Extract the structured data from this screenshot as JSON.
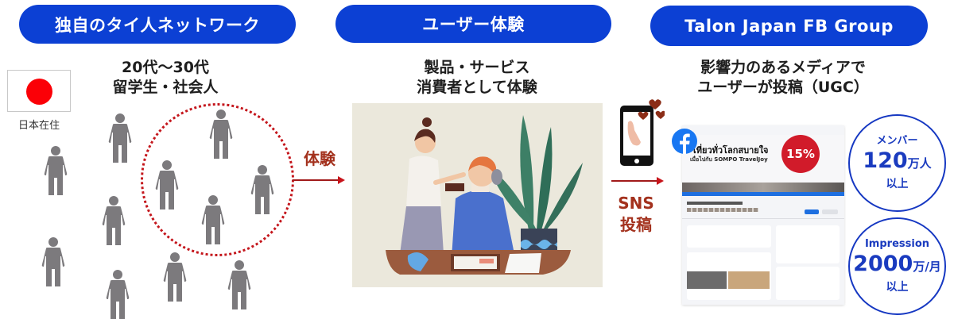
{
  "headers": [
    {
      "label": "独自のタイ人ネットワーク"
    },
    {
      "label": "ユーザー体験"
    },
    {
      "label": "Talon Japan FB Group"
    }
  ],
  "network": {
    "age_line1": "20代〜30代",
    "age_line2": "留学生・社会人",
    "flag_label": "日本在住",
    "flag_icon": "japan-flag-icon",
    "person_icon": "person-icon",
    "people_count": 11,
    "circled_people_count": 4
  },
  "arrows": {
    "experience_label": "体験",
    "sns_label_line1": "SNS",
    "sns_label_line2": "投稿"
  },
  "experience": {
    "line1": "製品・サービス",
    "line2": "消費者として体験",
    "illustration": "makeup-salon-illustration"
  },
  "fb_group": {
    "line1": "影響力のあるメディアで",
    "line2": "ユーザーが投稿（UGC）",
    "logo_icon": "facebook-logo-icon",
    "banner_text_1": "เที่ยวทั่วโลกสบายใจ",
    "banner_text_2": "เมื่อไปกับ SOMPO TravelJoy",
    "banner_discount": "15%"
  },
  "stats": [
    {
      "top": "メンバー",
      "number": "120",
      "unit": "万人",
      "bottom": "以上"
    },
    {
      "top": "Impression",
      "number": "2000",
      "unit": "万/月",
      "bottom": "以上"
    }
  ],
  "colors": {
    "header_blue": "#0c40d4",
    "accent_red": "#c4161c",
    "label_brown": "#a3311d",
    "stat_blue": "#1638c2",
    "person_gray": "#7c7a7d"
  }
}
